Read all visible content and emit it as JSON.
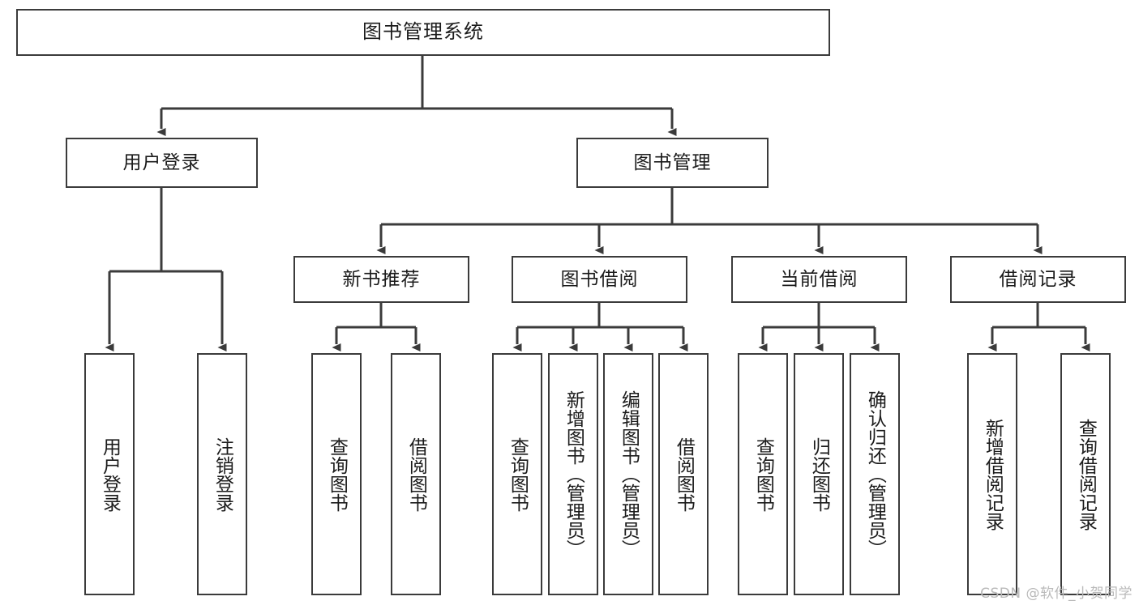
{
  "diagram": {
    "title": "图书管理系统",
    "type": "functional-structure-tree",
    "colors": {
      "border": "#3b3b3b",
      "text": "#1b1b1b",
      "background": "#ffffff",
      "edge": "#3b3b3b",
      "watermark": "#b9b9b9"
    },
    "watermark": "CSDN @软件_小贺同学"
  },
  "nodes": {
    "root": {
      "label": "图书管理系统"
    },
    "level2": [
      {
        "id": "user-login",
        "label": "用户登录"
      },
      {
        "id": "book-management",
        "label": "图书管理"
      }
    ],
    "level3": [
      {
        "id": "new-book-recommend",
        "label": "新书推荐"
      },
      {
        "id": "book-borrow",
        "label": "图书借阅"
      },
      {
        "id": "current-borrow",
        "label": "当前借阅"
      },
      {
        "id": "borrow-record",
        "label": "借阅记录"
      }
    ],
    "leaves": {
      "user_login": [
        {
          "id": "leaf-user-login",
          "label": "用户登录"
        },
        {
          "id": "leaf-logout-login",
          "label": "注销登录"
        }
      ],
      "new_book_recommend": [
        {
          "id": "leaf-query-book-1",
          "label": "查询图书"
        },
        {
          "id": "leaf-borrow-book-1",
          "label": "借阅图书"
        }
      ],
      "book_borrow": [
        {
          "id": "leaf-query-book-2",
          "label": "查询图书"
        },
        {
          "id": "leaf-add-book",
          "label": "新增图书（管理员）"
        },
        {
          "id": "leaf-edit-book",
          "label": "编辑图书（管理员）"
        },
        {
          "id": "leaf-borrow-book-2",
          "label": "借阅图书"
        }
      ],
      "current_borrow": [
        {
          "id": "leaf-query-book-3",
          "label": "查询图书"
        },
        {
          "id": "leaf-return-book",
          "label": "归还图书"
        },
        {
          "id": "leaf-confirm-return",
          "label": "确认归还（管理员）"
        }
      ],
      "borrow_record": [
        {
          "id": "leaf-add-record",
          "label": "新增借阅记录"
        },
        {
          "id": "leaf-query-record",
          "label": "查询借阅记录"
        }
      ]
    }
  }
}
